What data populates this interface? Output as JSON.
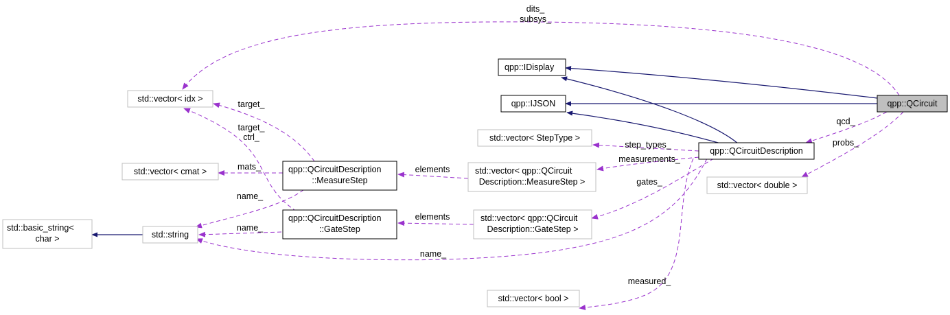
{
  "colors": {
    "inherit": "#191970",
    "usage": "#9a32cd",
    "muted_border": "#bfbfbf",
    "focus_fill": "#bfbfbf"
  },
  "nodes": {
    "qcircuit": "qpp::QCircuit",
    "idisplay": "qpp::IDisplay",
    "ijson": "qpp::IJSON",
    "qcircuit_description": "qpp::QCircuitDescription",
    "vector_idx": "std::vector< idx >",
    "vector_cmat": "std::vector< cmat >",
    "basic_string": [
      "std::basic_string<",
      "char >"
    ],
    "string": "std::string",
    "measure_step": [
      "qpp::QCircuitDescription",
      "::MeasureStep"
    ],
    "gate_step": [
      "qpp::QCircuitDescription",
      "::GateStep"
    ],
    "vector_steptype": "std::vector< StepType >",
    "vector_measurestep": [
      "std::vector< qpp::QCircuit",
      "Description::MeasureStep >"
    ],
    "vector_gatestep": [
      "std::vector< qpp::QCircuit",
      "Description::GateStep >"
    ],
    "vector_double": "std::vector< double >",
    "vector_bool": "std::vector< bool >"
  },
  "edge_labels": {
    "dits": "dits_",
    "subsys": "subsys_",
    "target_top": "target_",
    "target_ctrl": [
      "target_",
      "ctrl_"
    ],
    "mats": "mats_",
    "name_measure": "name_",
    "name_gate": "name_",
    "name_desc": "name_",
    "elements_measure": "elements",
    "elements_gate": "elements",
    "step_types": "step_types_",
    "measurements": "measurements_",
    "gates": "gates_",
    "measured": "measured_",
    "qcd": "qcd_",
    "probs": "probs_"
  }
}
